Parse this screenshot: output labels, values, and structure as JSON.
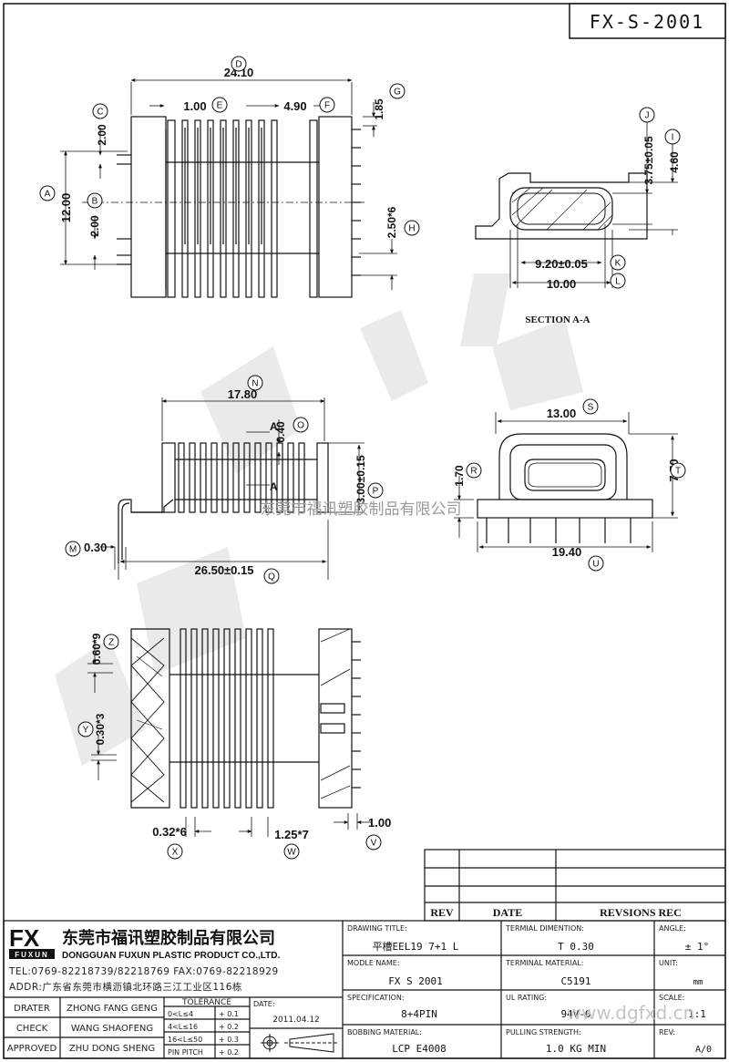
{
  "drawing_number": "FX-S-2001",
  "top_view": {
    "dims": {
      "D": "24.10",
      "E": "1.00",
      "F": "4.90",
      "G": "1.85",
      "C": "2.00",
      "A": "12.00",
      "B": "2.00",
      "H": "2.50*6"
    },
    "balloons": [
      "D",
      "E",
      "F",
      "G",
      "C",
      "A",
      "B",
      "H"
    ]
  },
  "section": {
    "dims": {
      "J": "3.75±0.05",
      "I": "4.60",
      "K": "9.20±0.05",
      "L": "10.00"
    },
    "balloons": [
      "J",
      "I",
      "K",
      "L"
    ],
    "caption": "SECTION A-A"
  },
  "side_view": {
    "dims": {
      "N": "17.80",
      "O": "0.40",
      "P": "3.00±0.15",
      "M": "0.30",
      "Q": "26.50±0.15"
    },
    "section_marker": "A",
    "balloons": [
      "N",
      "O",
      "P",
      "M",
      "Q"
    ]
  },
  "end_view": {
    "dims": {
      "S": "13.00",
      "R": "1.70",
      "T": "7.70",
      "U": "19.40"
    },
    "balloons": [
      "S",
      "R",
      "T",
      "U"
    ]
  },
  "bottom_view": {
    "dims": {
      "Z": "0.60*9",
      "Y": "0.30*3",
      "V": "1.00",
      "X": "0.32*6",
      "W": "1.25*7"
    },
    "balloons": [
      "Z",
      "Y",
      "V",
      "X",
      "W"
    ]
  },
  "watermark": "东莞市福讯塑胶制品有限公司",
  "watermark_url": "www.dgfxd.cn",
  "revision_table": {
    "headers": [
      "REV",
      "DATE",
      "REVSIONS REC"
    ]
  },
  "company": {
    "logo": "FX",
    "logo_sub": "FUXUN",
    "name_cn": "东莞市福讯塑胶制品有限公司",
    "name_en": "DONGGUAN FUXUN PLASTIC PRODUCT CO.,LTD.",
    "contact": "TEL:0769-82218739/82218769 FAX:0769-82218929",
    "address": "ADDR:广东省东莞市横沥镇北环路三江工业区116栋"
  },
  "title_block": {
    "drawing_title_label": "DRAWING TITLE:",
    "drawing_title": "平槽EEL19 7+1 L",
    "model_label": "MODLE NAME:",
    "model": "FX S 2001",
    "spec_label": "SPECIFICATION:",
    "spec": "8+4PIN",
    "bobbin_label": "BOBBING MATERIAL:",
    "bobbin": "LCP E4008",
    "terminal_dim_label": "TERMIAL DIMENTION:",
    "terminal_dim": "T 0.30",
    "terminal_mat_label": "TERMINAL MATERIAL:",
    "terminal_mat": "C5191",
    "ul_label": "UL RATING:",
    "ul": "94V-0",
    "pull_label": "PULLING STRENGTH:",
    "pull": "1.0 KG MIN",
    "angle_label": "ANGLE:",
    "angle": "± 1°",
    "unit_label": "UNIT:",
    "unit": "mm",
    "scale_label": "SCALE:",
    "scale": "1:1",
    "rev_label": "REV:",
    "rev": "A/0"
  },
  "signatures": {
    "drater_label": "DRATER",
    "drater": "ZHONG FANG GENG",
    "check_label": "CHECK",
    "check": "WANG SHAOFENG",
    "approved_label": "APPROVED",
    "approved": "ZHU DONG SHENG",
    "date_label": "DATE:",
    "date": "2011.04.12"
  },
  "tolerance": {
    "label": "TOLERANCE",
    "rows": [
      [
        "0<L≤4",
        "+ 0.1"
      ],
      [
        "4<L≤16",
        "+ 0.2"
      ],
      [
        "16<L≤50",
        "+ 0.3"
      ],
      [
        "PIN PITCH",
        "+ 0.2"
      ]
    ]
  }
}
